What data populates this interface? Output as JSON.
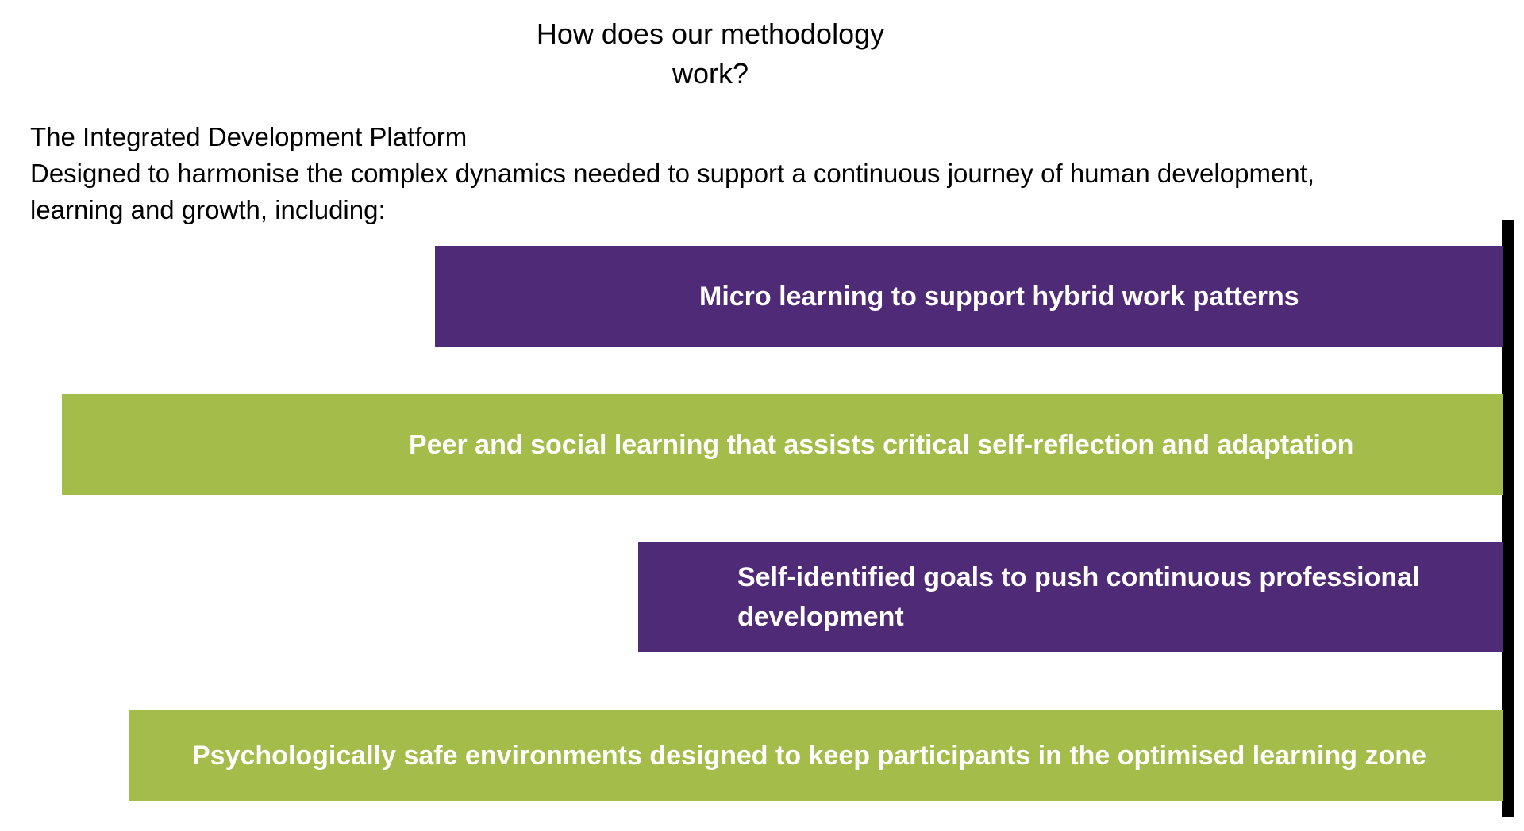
{
  "header": {
    "title": "How does our methodology\nwork?"
  },
  "intro": {
    "heading": "The Integrated Development Platform",
    "description": "Designed to harmonise the complex dynamics needed to support a continuous journey of human development,\nlearning and growth, including:"
  },
  "colors": {
    "purple": "#4E2A77",
    "green": "#A3BC4A",
    "axis": "#000000"
  },
  "items": [
    {
      "label": "Micro learning to support hybrid work patterns",
      "color": "purple"
    },
    {
      "label": "Peer and social learning that assists critical self-reflection and adaptation",
      "color": "green"
    },
    {
      "label": "Self-identified goals to push continuous professional development",
      "color": "purple"
    },
    {
      "label": "Psychologically safe environments designed to keep participants in the optimised learning zone",
      "color": "green"
    }
  ]
}
